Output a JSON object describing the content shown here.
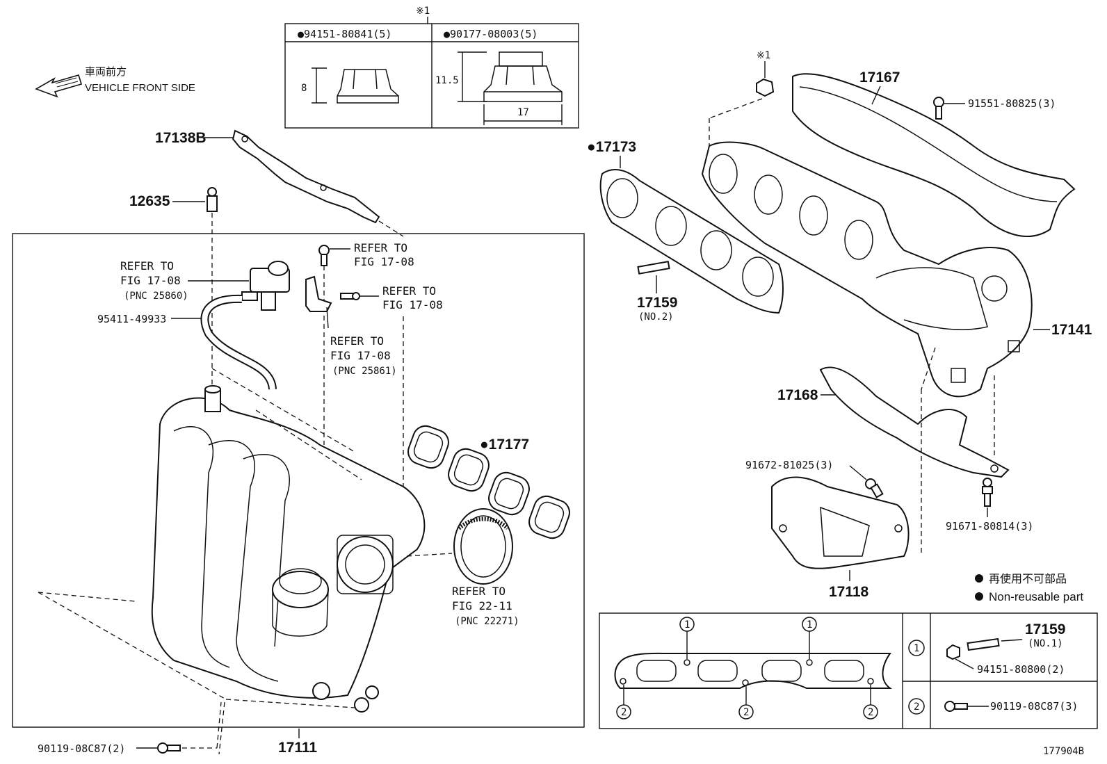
{
  "diagram_id": "177904B",
  "front_side": {
    "jp": "車両前方",
    "en": "VEHICLE FRONT SIDE"
  },
  "note_ref_top": "※1",
  "note_ref_nut": "※1",
  "bolt_table": {
    "left_pn": "●94151-80841(5)",
    "right_pn": "●90177-08003(5)",
    "left_height": "8",
    "right_height": "11.5",
    "right_width": "17"
  },
  "parts": {
    "p17138B": "17138B",
    "p12635": "12635",
    "p17173": "●17173",
    "p17167": "17167",
    "p91551": "91551-80825(3)",
    "p17159_no2": "17159",
    "p17159_no2_sub": "(NO.2)",
    "p17141": "17141",
    "p17168": "17168",
    "p91672": "91672-81025(3)",
    "p91671": "91671-80814(3)",
    "p17118": "17118",
    "p95411": "95411-49933",
    "p17177": "●17177",
    "p17111": "17111",
    "p90119_left": "90119-08C87(2)"
  },
  "refs": {
    "r1": {
      "line1": "REFER TO",
      "line2": "FIG 17-08",
      "line3": "(PNC 25860)"
    },
    "r2": {
      "line1": "REFER TO",
      "line2": "FIG 17-08"
    },
    "r3": {
      "line1": "REFER TO",
      "line2": "FIG 17-08"
    },
    "r4": {
      "line1": "REFER TO",
      "line2": "FIG 17-08",
      "line3": "(PNC 25861)"
    },
    "r5": {
      "line1": "REFER TO",
      "line2": "FIG 22-11",
      "line3": "(PNC 22271)"
    }
  },
  "legend": {
    "jp": "再使用不可部品",
    "en": "Non-reusable part"
  },
  "detail": {
    "mark1": "1",
    "mark2": "2",
    "row1_pn": "17159",
    "row1_sub": "(NO.1)",
    "row1_nut": "94151-80800(2)",
    "row2_bolt": "90119-08C87(3)"
  }
}
